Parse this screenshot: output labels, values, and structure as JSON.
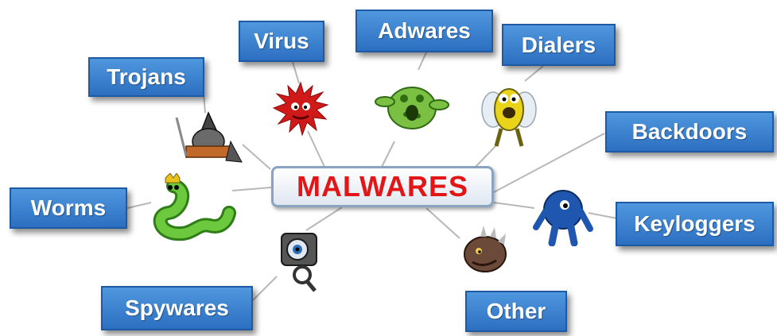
{
  "center": "MALWARES",
  "colors": {
    "box": "#3a7fd0",
    "center_text": "#e21616"
  },
  "categories": [
    {
      "label": "Virus",
      "icon": "virus-creature-icon"
    },
    {
      "label": "Adwares",
      "icon": "adware-creature-icon"
    },
    {
      "label": "Dialers",
      "icon": "dialer-creature-icon"
    },
    {
      "label": "Trojans",
      "icon": "trojan-creature-icon"
    },
    {
      "label": "Backdoors",
      "icon": "backdoor-creature-icon"
    },
    {
      "label": "Worms",
      "icon": "worm-creature-icon"
    },
    {
      "label": "Keyloggers",
      "icon": "keylogger-creature-icon"
    },
    {
      "label": "Spywares",
      "icon": "spyware-creature-icon"
    },
    {
      "label": "Other",
      "icon": "other-creature-icon"
    }
  ]
}
